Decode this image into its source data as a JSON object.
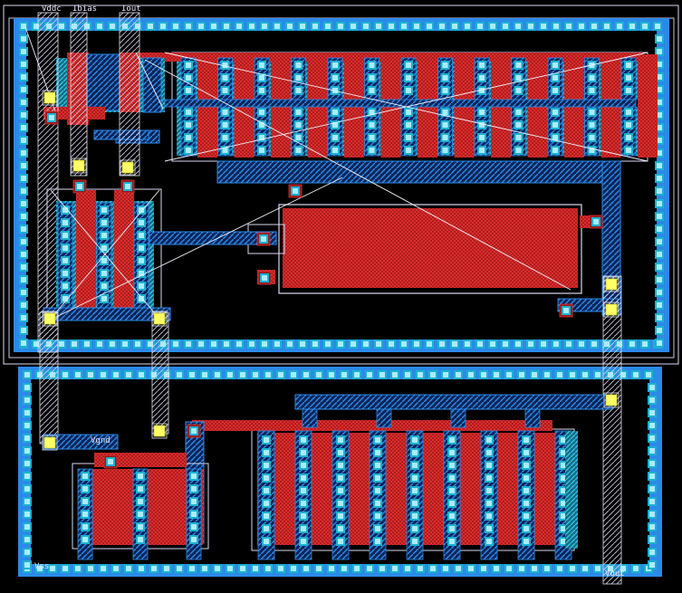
{
  "pins": {
    "vdd": "Vddc",
    "in_a": "Ibias",
    "in_b": "Iout",
    "gnd": "Vgnd",
    "gnd_rail": "Vss",
    "bottom_right": "Vout"
  },
  "colors": {
    "background": "#000000",
    "metal1": "#1e7fe0",
    "metal1_fill": "#0a2a60",
    "diffusion": "#25b9d4",
    "contact": "#9fe3ff",
    "poly": "#d42222",
    "via": "#ffff55",
    "outline": "#f0f0ff"
  }
}
